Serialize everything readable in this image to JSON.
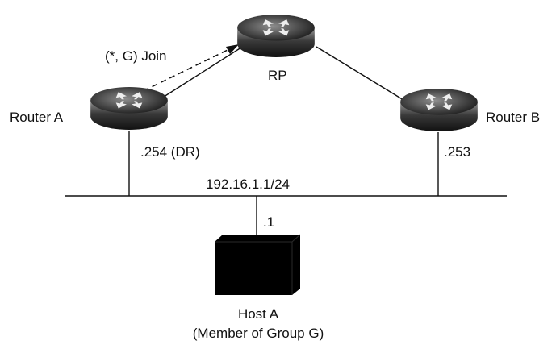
{
  "labels": {
    "join": "(*, G) Join",
    "rp": "RP",
    "router_a": "Router A",
    "router_b": "Router B",
    "router_a_addr": ".254 (DR)",
    "router_b_addr": ".253",
    "subnet": "192.16.1.1/24",
    "host_addr": ".1",
    "host_name": "Host A",
    "host_desc": "(Member of Group G)"
  },
  "icons": {
    "router": "router-icon",
    "host": "host-icon"
  },
  "colors": {
    "line": "#111111",
    "router_dark": "#1a1a1a",
    "router_light": "#8a8a8a",
    "host": "#000000"
  }
}
